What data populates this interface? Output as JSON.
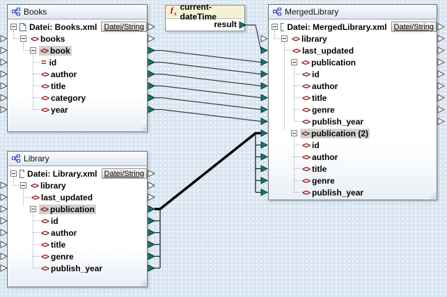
{
  "books": {
    "title": "Books",
    "file": "Datei: Books.xml",
    "button": "Datei/String",
    "nodes": [
      "books",
      "book",
      "id",
      "author",
      "title",
      "category",
      "year"
    ]
  },
  "library": {
    "title": "Library",
    "file": "Datei: Library.xml",
    "button": "Datei/String",
    "nodes": [
      "library",
      "last_updated",
      "publication",
      "id",
      "author",
      "title",
      "genre",
      "publish_year"
    ]
  },
  "merged": {
    "title": "MergedLibrary",
    "file": "Datei: MergedLibrary.xml",
    "button": "Datei/String",
    "nodes": [
      "library",
      "last_updated",
      "publication",
      "id",
      "author",
      "title",
      "genre",
      "publish_year",
      "publication (2)",
      "id",
      "author",
      "title",
      "genre",
      "publish_year"
    ]
  },
  "func": {
    "title": "current-dateTime",
    "result": "result"
  },
  "colors": {
    "connector_connected": "#0d7a6b",
    "node_icon_red": "#971414",
    "selection_gray": "#d4d2ce",
    "canvas_blue": "#d9e6f2",
    "function_header_yellow": "#f6f0d6"
  }
}
